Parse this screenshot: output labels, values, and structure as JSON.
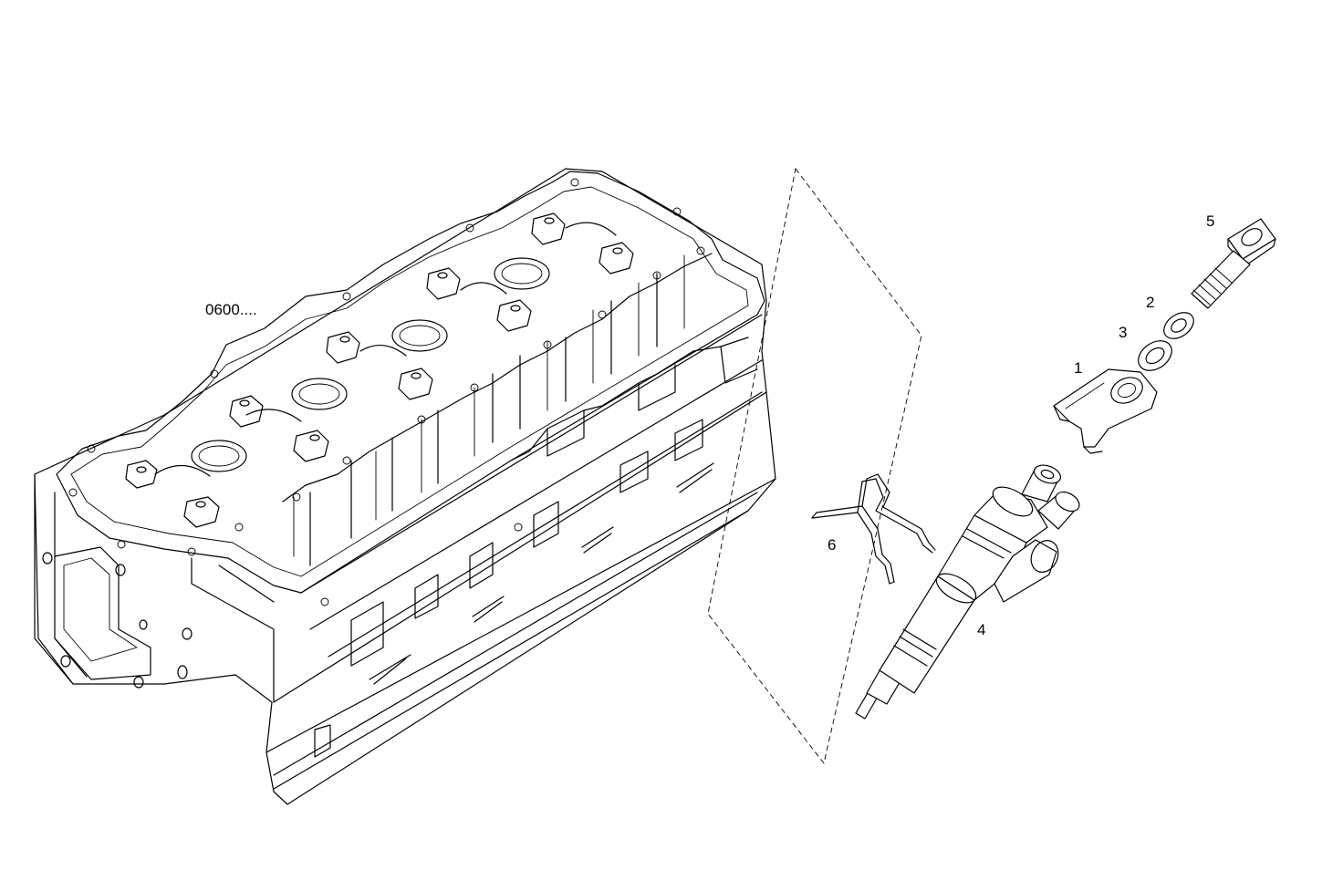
{
  "diagram": {
    "reference_label": "0600....",
    "callouts": [
      {
        "id": "1",
        "part": "injector-clamp"
      },
      {
        "id": "2",
        "part": "washer"
      },
      {
        "id": "3",
        "part": "sealing-washer"
      },
      {
        "id": "4",
        "part": "fuel-injector"
      },
      {
        "id": "5",
        "part": "socket-head-bolt"
      },
      {
        "id": "6",
        "part": "retaining-spring-clip"
      }
    ]
  }
}
